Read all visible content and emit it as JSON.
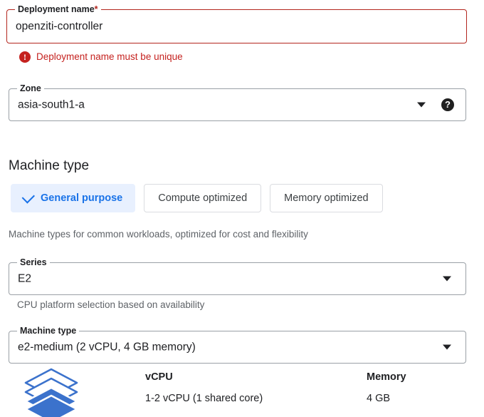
{
  "form": {
    "deployment_name": {
      "label": "Deployment name",
      "required_marker": "*",
      "value": "openziti-controller",
      "error": {
        "icon": "error-circle-icon",
        "message": "Deployment name must be unique"
      }
    },
    "zone": {
      "label": "Zone",
      "value": "asia-south1-a",
      "dropdown_icon": "chevron-down-icon",
      "help_icon": "help-circle-icon",
      "help_glyph": "?"
    }
  },
  "machine_type_section": {
    "heading": "Machine type",
    "category_tabs": [
      {
        "label": "General purpose",
        "selected": true,
        "check_icon": "check-icon"
      },
      {
        "label": "Compute optimized",
        "selected": false
      },
      {
        "label": "Memory optimized",
        "selected": false
      }
    ],
    "category_helper_text": "Machine types for common workloads, optimized for cost and flexibility",
    "series": {
      "label": "Series",
      "value": "E2",
      "dropdown_icon": "chevron-down-icon",
      "helper_text": "CPU platform selection based on availability"
    },
    "machine_type": {
      "label": "Machine type",
      "value": "e2-medium (2 vCPU, 4 GB memory)",
      "dropdown_icon": "chevron-down-icon"
    },
    "specs": {
      "icon": "stacked-layers-icon",
      "vcpu": {
        "header": "vCPU",
        "value": "1-2 vCPU (1 shared core)"
      },
      "memory": {
        "header": "Memory",
        "value": "4 GB"
      }
    }
  },
  "colors": {
    "error_red": "#c5221f",
    "error_border": "#b3261e",
    "accent_blue": "#1a73e8",
    "accent_blue_bg": "#e8f0fe",
    "text_primary": "#202124",
    "text_secondary": "#5f6368",
    "border_grey": "#9aa0a6",
    "icon_blue": "#3b72cc"
  }
}
